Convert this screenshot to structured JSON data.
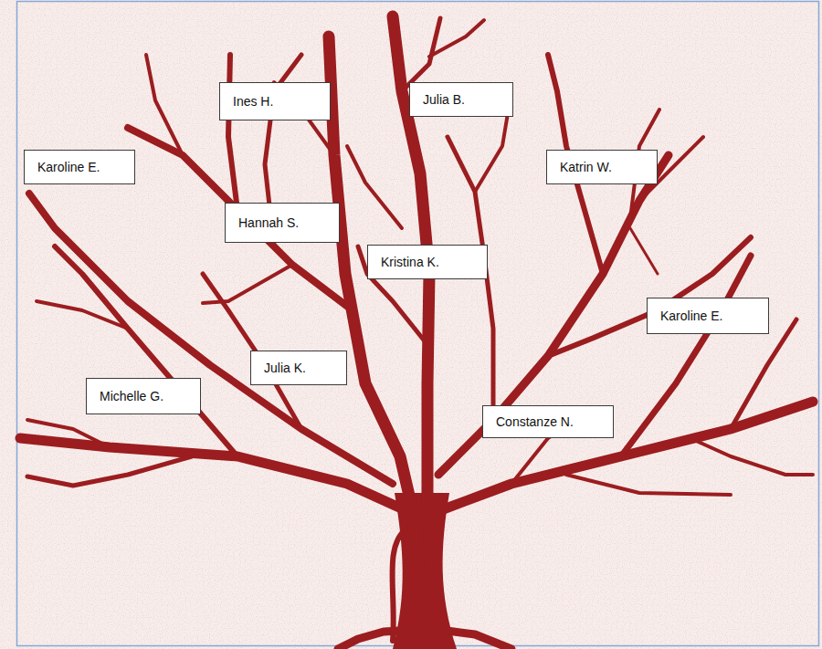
{
  "diagram": {
    "nodes": [
      {
        "text": [
          "Ines H."
        ]
      },
      {
        "text": [
          "Julia B."
        ]
      },
      {
        "text": [
          "Karoline E."
        ]
      },
      {
        "text": [
          "Katrin W."
        ]
      },
      {
        "text": [
          "Hannah S."
        ]
      },
      {
        "text": [
          "Kristina K."
        ]
      },
      {
        "text": [
          "Karoline E."
        ]
      },
      {
        "text": [
          "Julia K."
        ]
      },
      {
        "text": [
          "Michelle G."
        ]
      },
      {
        "text": [
          "Constanze N."
        ]
      }
    ]
  }
}
